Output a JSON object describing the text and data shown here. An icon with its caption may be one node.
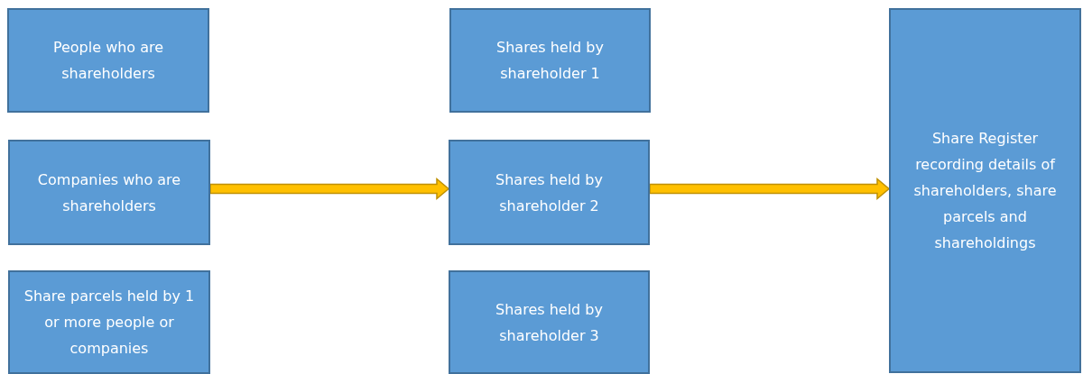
{
  "diagram": {
    "nodes": [
      {
        "text": [
          "People who are shareholders"
        ]
      },
      {
        "text": [
          "Companies who are shareholders"
        ]
      },
      {
        "text": [
          "Share parcels held by 1 or more people or companies"
        ]
      },
      {
        "text": [
          "Shares held by shareholder 1"
        ]
      },
      {
        "text": [
          "Shares held by shareholder 2"
        ]
      },
      {
        "text": [
          "Shares held by shareholder 3"
        ]
      },
      {
        "text": [
          "Share Register recording details of shareholders, share parcels and shareholdings"
        ]
      }
    ],
    "edges": [
      {
        "from": 1,
        "to": 4,
        "arrow": "to"
      },
      {
        "from": 4,
        "to": 6,
        "arrow": "to"
      }
    ]
  }
}
